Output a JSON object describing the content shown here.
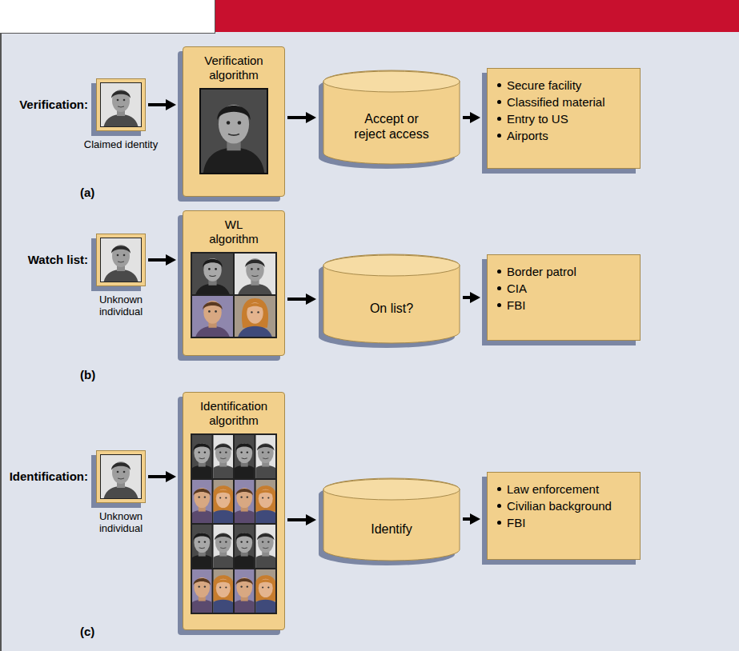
{
  "diagram": {
    "nodes": [
      {
        "text": [
          "Claimed identity"
        ]
      },
      {
        "text": [
          "Verification algorithm"
        ]
      },
      {
        "text": [
          "Accept or reject access"
        ]
      },
      {
        "text": [
          "Secure facility",
          "Classified material",
          "Entry to US",
          "Airports"
        ]
      },
      {
        "text": [
          "Unknown individual"
        ]
      },
      {
        "text": [
          "WL algorithm"
        ]
      },
      {
        "text": [
          "On list?"
        ]
      },
      {
        "text": [
          "Border patrol",
          "CIA",
          "FBI"
        ]
      },
      {
        "text": [
          "Unknown individual"
        ]
      },
      {
        "text": [
          "Identification algorithm"
        ]
      },
      {
        "text": [
          "Identify"
        ]
      },
      {
        "text": [
          "Law enforcement",
          "Civilian background",
          "FBI"
        ]
      }
    ],
    "edges": [
      {
        "from": 0,
        "to": 1,
        "arrow": "to"
      },
      {
        "from": 1,
        "to": 2,
        "arrow": "to"
      },
      {
        "from": 2,
        "to": 3,
        "arrow": "to"
      },
      {
        "from": 4,
        "to": 5,
        "arrow": "to"
      },
      {
        "from": 5,
        "to": 6,
        "arrow": "to"
      },
      {
        "from": 6,
        "to": 7,
        "arrow": "to"
      },
      {
        "from": 8,
        "to": 9,
        "arrow": "to"
      },
      {
        "from": 9,
        "to": 10,
        "arrow": "to"
      },
      {
        "from": 10,
        "to": 11,
        "arrow": "to"
      }
    ],
    "labels": [
      "Verification:",
      "(a)",
      "Watch list:",
      "(b)",
      "Identification:",
      "(c)"
    ]
  }
}
